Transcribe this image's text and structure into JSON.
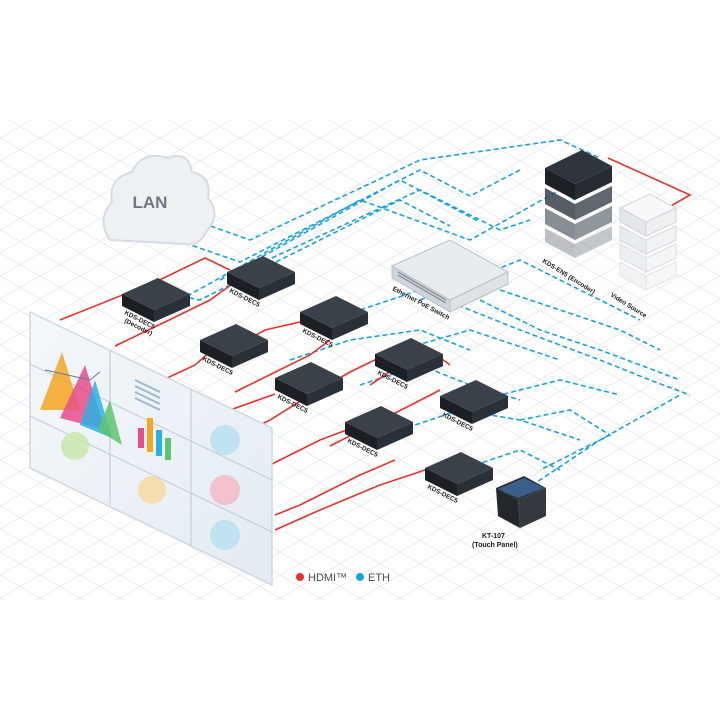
{
  "cloud": {
    "label": "LAN"
  },
  "decoders": [
    {
      "label": "KDS-DEC5",
      "sub": "(Decoder)"
    },
    {
      "label": "KDS-DEC5"
    },
    {
      "label": "KDS-DEC5"
    },
    {
      "label": "KDS-DEC5"
    },
    {
      "label": "KDS-DEC5"
    },
    {
      "label": "KDS-DEC5"
    },
    {
      "label": "KDS-DEC5"
    },
    {
      "label": "KDS-DEC5"
    },
    {
      "label": "KDS-DEC5"
    }
  ],
  "switch": {
    "label": "Ethernet PoE Switch"
  },
  "encoder": {
    "label": "KDS-EN5 (Encoder)"
  },
  "source": {
    "label": "Video Source"
  },
  "panel": {
    "label": "KT-107",
    "sub": "(Touch Panel)"
  },
  "legend": {
    "hdmi": "HDMI™",
    "eth": "ETH"
  },
  "colors": {
    "hdmi": "#e8322f",
    "eth": "#1aa3d9",
    "device": "#22272d",
    "grid": "#e7eaee"
  }
}
